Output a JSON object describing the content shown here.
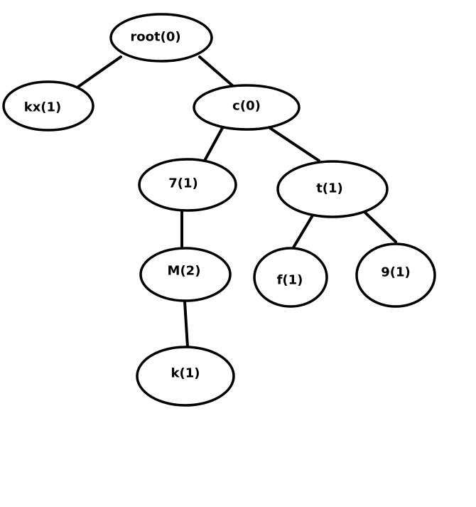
{
  "tree": {
    "nodes": [
      {
        "id": "root",
        "label": "root(0)"
      },
      {
        "id": "kx",
        "label": "kx(1)"
      },
      {
        "id": "c",
        "label": "c(0)"
      },
      {
        "id": "n7",
        "label": "7(1)"
      },
      {
        "id": "t",
        "label": "t(1)"
      },
      {
        "id": "M",
        "label": "M(2)"
      },
      {
        "id": "f",
        "label": "f(1)"
      },
      {
        "id": "n9",
        "label": "9(1)"
      },
      {
        "id": "k",
        "label": "k(1)"
      }
    ],
    "edges": [
      {
        "from": "root",
        "to": "kx"
      },
      {
        "from": "root",
        "to": "c"
      },
      {
        "from": "c",
        "to": "n7"
      },
      {
        "from": "c",
        "to": "t"
      },
      {
        "from": "n7",
        "to": "M"
      },
      {
        "from": "t",
        "to": "f"
      },
      {
        "from": "t",
        "to": "n9"
      },
      {
        "from": "M",
        "to": "k"
      }
    ]
  }
}
